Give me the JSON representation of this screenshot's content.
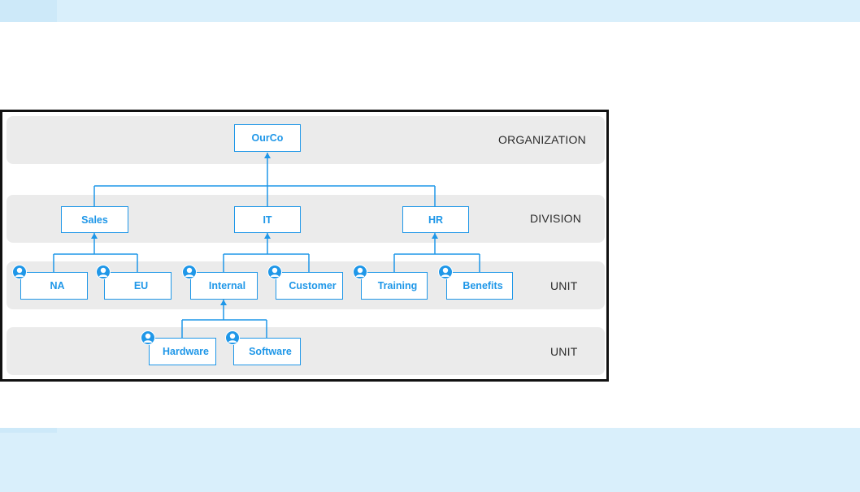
{
  "colors": {
    "accent": "#1f97e8",
    "lane": "#ebebeb",
    "band": "#d9effb"
  },
  "levels": {
    "organization": "ORGANIZATION",
    "division": "DIVISION",
    "unit1": "UNIT",
    "unit2": "UNIT"
  },
  "nodes": {
    "ourco": "OurCo",
    "sales": "Sales",
    "it": "IT",
    "hr": "HR",
    "na": "NA",
    "eu": "EU",
    "internal": "Internal",
    "customer": "Customer",
    "training": "Training",
    "benefits": "Benefits",
    "hardware": "Hardware",
    "software": "Software"
  },
  "icons": {
    "user": "user-avatar-icon",
    "arrow": "arrow-up-icon"
  }
}
